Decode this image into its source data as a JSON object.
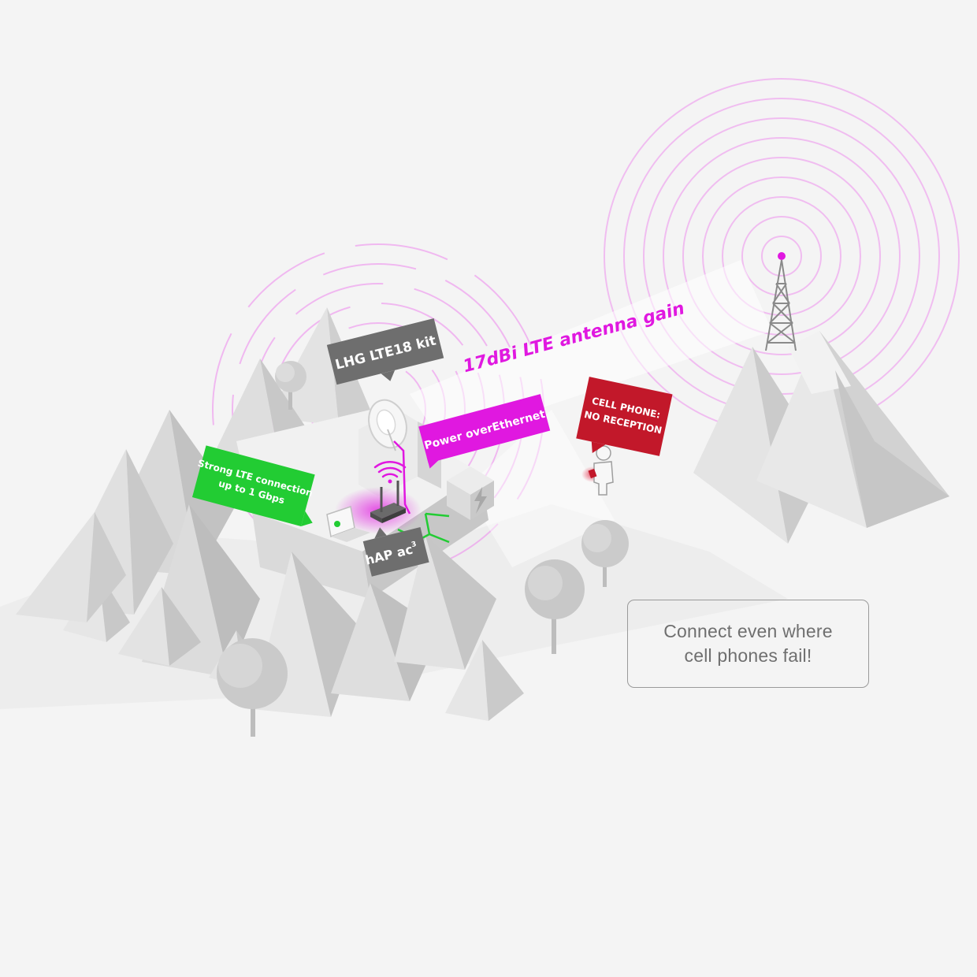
{
  "labels": {
    "kit": "LHG LTE18 kit",
    "gain": "17dBi LTE antenna gain",
    "poe": "Power overEthernet",
    "phone_line1": "CELL PHONE:",
    "phone_line2": "NO RECEPTION",
    "lte_line1": "Strong LTE connection",
    "lte_line2": "up to 1 Gbps",
    "hap": "hAP ac",
    "hap_sup": "3"
  },
  "slogan": {
    "line1": "Connect even where",
    "line2": "cell phones fail!"
  },
  "colors": {
    "background": "#f4f4f4",
    "magenta": "#e018e0",
    "green": "#22cc33",
    "red": "#c2182a",
    "gray_tag": "#6e6e6e",
    "signal_pink": "#ee88ee"
  },
  "icons": {
    "tower": "radio-tower-icon",
    "wifi": "wifi-icon",
    "power": "lightning-bolt-icon",
    "person": "person-icon",
    "laptop": "laptop-icon"
  }
}
